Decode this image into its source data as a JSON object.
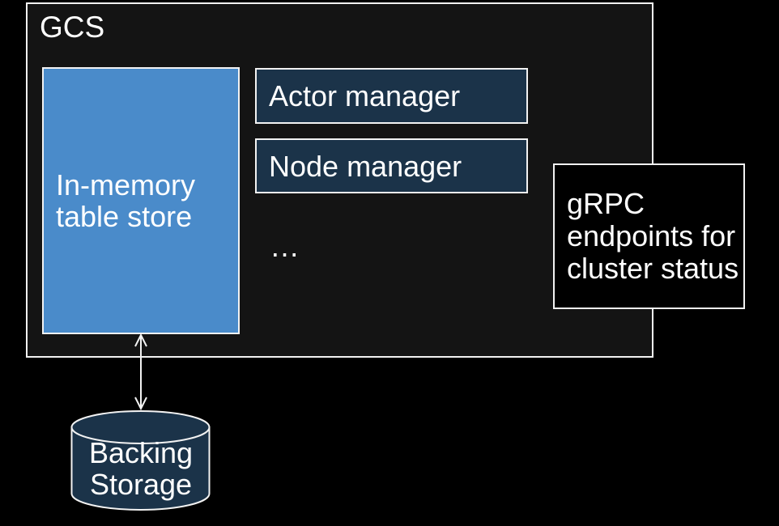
{
  "diagram": {
    "gcs": {
      "label": "GCS"
    },
    "in_memory_store": {
      "lines": [
        "In-memory",
        "table store"
      ]
    },
    "actor_manager": {
      "label": "Actor manager"
    },
    "node_manager": {
      "label": "Node manager"
    },
    "ellipsis": "…",
    "grpc_endpoints": {
      "lines": [
        "gRPC",
        "endpoints for",
        "cluster status"
      ]
    },
    "backing_storage": {
      "lines": [
        "Backing",
        "Storage"
      ]
    },
    "colors": {
      "background": "#000000",
      "gcs_fill": "#141414",
      "blue": "#4a8bca",
      "navy": "#1b3349",
      "border": "#f2f2f2",
      "text": "#ffffff"
    }
  }
}
